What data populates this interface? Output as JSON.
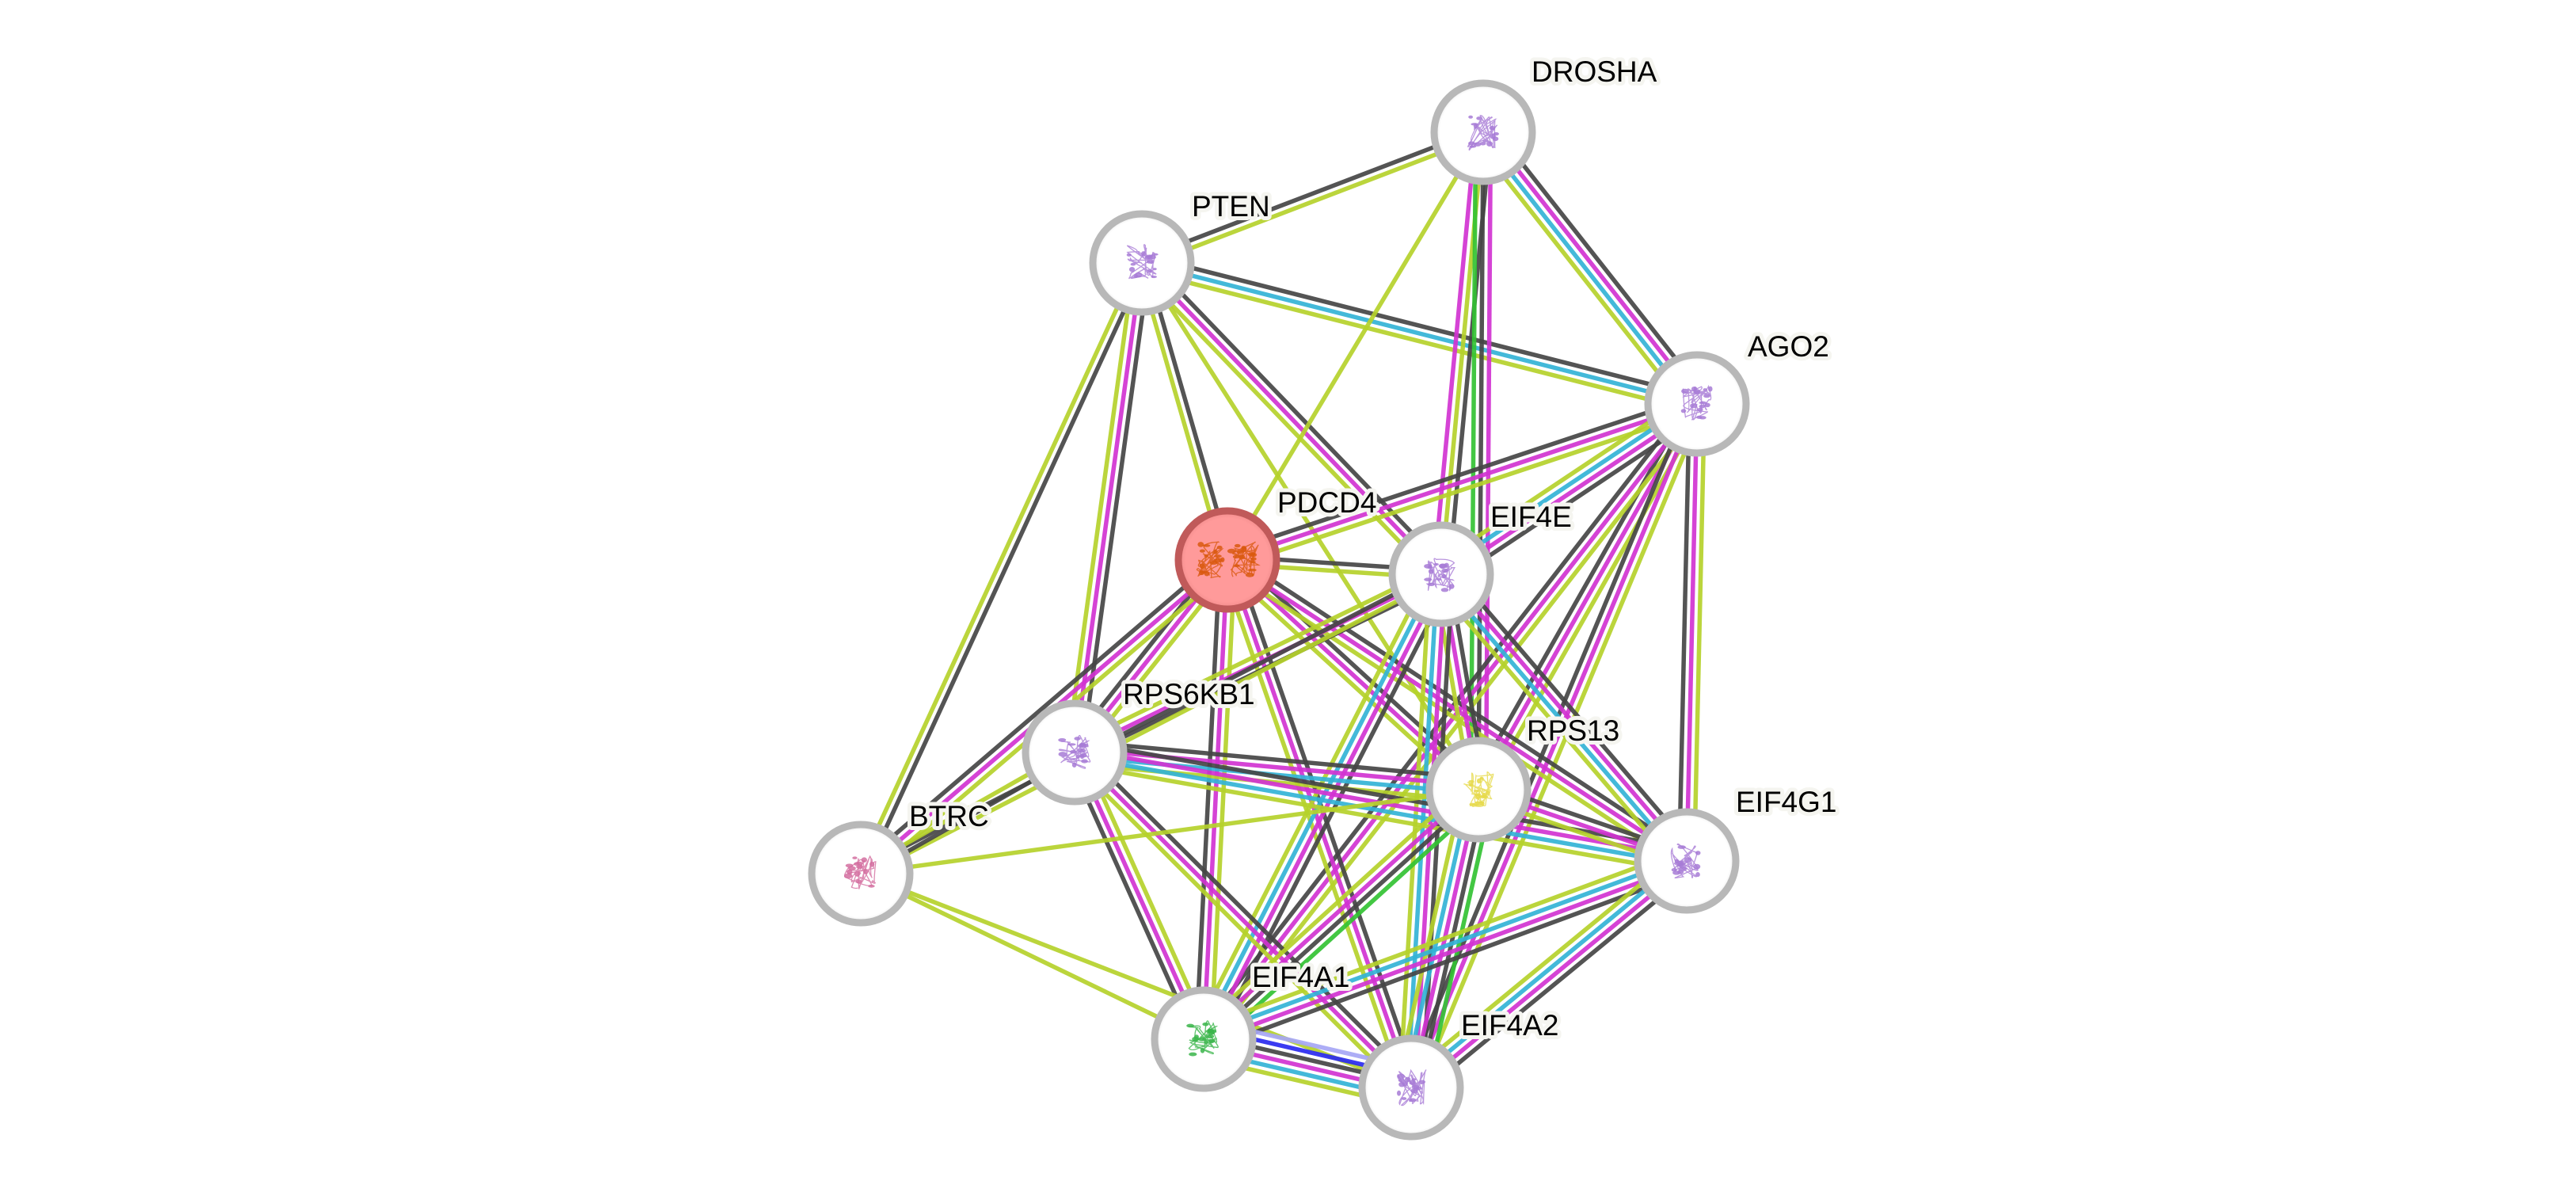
{
  "diagram": {
    "type": "protein-interaction-network",
    "query_protein": "PDCD4",
    "colors": {
      "node_ring": "#b8b8b8",
      "node_fill": "#ffffff",
      "query_ring": "#c05a5a",
      "query_fill": "#ff9a9a",
      "label_halo": "#f5f5f0",
      "label_text": "#000000"
    },
    "evidence_colors": {
      "textmining": "#b5d12b",
      "coexpression": "#454545",
      "experiments": "#d133d1",
      "databases": "#33b3d6",
      "neighborhood": "#33c233",
      "gene_fusion": "#2a2af0",
      "homology": "#a6a6f5"
    },
    "nodes": [
      {
        "id": "DROSHA",
        "label": "DROSHA",
        "query": false,
        "structure_color": "#a77bd6"
      },
      {
        "id": "PTEN",
        "label": "PTEN",
        "query": false,
        "structure_color": "#a77bd6"
      },
      {
        "id": "AGO2",
        "label": "AGO2",
        "query": false,
        "structure_color": "#a77bd6"
      },
      {
        "id": "PDCD4",
        "label": "PDCD4",
        "query": true,
        "structure_color": "#d9590f"
      },
      {
        "id": "EIF4E",
        "label": "EIF4E",
        "query": false,
        "structure_color": "#a77bd6"
      },
      {
        "id": "RPS6KB1",
        "label": "RPS6KB1",
        "query": false,
        "structure_color": "#a77bd6"
      },
      {
        "id": "RPS13",
        "label": "RPS13",
        "query": false,
        "structure_color": "#e6d94a"
      },
      {
        "id": "BTRC",
        "label": "BTRC",
        "query": false,
        "structure_color": "#d46fa0"
      },
      {
        "id": "EIF4G1",
        "label": "EIF4G1",
        "query": false,
        "structure_color": "#a77bd6"
      },
      {
        "id": "EIF4A1",
        "label": "EIF4A1",
        "query": false,
        "structure_color": "#3ab54a"
      },
      {
        "id": "EIF4A2",
        "label": "EIF4A2",
        "query": false,
        "structure_color": "#a77bd6"
      }
    ],
    "edges": [
      {
        "source": "PTEN",
        "target": "DROSHA",
        "evidence": [
          "coexpression",
          "textmining"
        ]
      },
      {
        "source": "PTEN",
        "target": "AGO2",
        "evidence": [
          "coexpression",
          "databases",
          "textmining"
        ]
      },
      {
        "source": "PTEN",
        "target": "PDCD4",
        "evidence": [
          "coexpression",
          "textmining"
        ]
      },
      {
        "source": "PTEN",
        "target": "EIF4E",
        "evidence": [
          "coexpression",
          "experiments",
          "textmining"
        ]
      },
      {
        "source": "PTEN",
        "target": "RPS6KB1",
        "evidence": [
          "coexpression",
          "experiments",
          "textmining"
        ]
      },
      {
        "source": "PTEN",
        "target": "BTRC",
        "evidence": [
          "coexpression",
          "textmining"
        ]
      },
      {
        "source": "PTEN",
        "target": "RPS13",
        "evidence": [
          "textmining"
        ]
      },
      {
        "source": "DROSHA",
        "target": "AGO2",
        "evidence": [
          "coexpression",
          "experiments",
          "databases",
          "textmining"
        ]
      },
      {
        "source": "DROSHA",
        "target": "PDCD4",
        "evidence": [
          "textmining"
        ]
      },
      {
        "source": "DROSHA",
        "target": "EIF4E",
        "evidence": [
          "coexpression",
          "textmining",
          "experiments"
        ]
      },
      {
        "source": "DROSHA",
        "target": "RPS13",
        "evidence": [
          "experiments",
          "coexpression",
          "neighborhood"
        ]
      },
      {
        "source": "AGO2",
        "target": "PDCD4",
        "evidence": [
          "textmining",
          "experiments",
          "coexpression"
        ]
      },
      {
        "source": "AGO2",
        "target": "EIF4E",
        "evidence": [
          "coexpression",
          "experiments",
          "databases",
          "textmining"
        ]
      },
      {
        "source": "AGO2",
        "target": "RPS13",
        "evidence": [
          "textmining",
          "experiments",
          "coexpression"
        ]
      },
      {
        "source": "AGO2",
        "target": "EIF4G1",
        "evidence": [
          "textmining",
          "experiments",
          "coexpression"
        ]
      },
      {
        "source": "AGO2",
        "target": "EIF4A1",
        "evidence": [
          "textmining",
          "experiments",
          "coexpression"
        ]
      },
      {
        "source": "AGO2",
        "target": "EIF4A2",
        "evidence": [
          "textmining",
          "experiments",
          "coexpression"
        ]
      },
      {
        "source": "PDCD4",
        "target": "EIF4E",
        "evidence": [
          "coexpression",
          "textmining"
        ]
      },
      {
        "source": "PDCD4",
        "target": "RPS6KB1",
        "evidence": [
          "textmining",
          "experiments",
          "coexpression"
        ]
      },
      {
        "source": "PDCD4",
        "target": "BTRC",
        "evidence": [
          "textmining",
          "experiments",
          "coexpression"
        ]
      },
      {
        "source": "PDCD4",
        "target": "RPS13",
        "evidence": [
          "coexpression",
          "experiments",
          "textmining"
        ]
      },
      {
        "source": "PDCD4",
        "target": "EIF4G1",
        "evidence": [
          "coexpression",
          "experiments",
          "textmining"
        ]
      },
      {
        "source": "PDCD4",
        "target": "EIF4A1",
        "evidence": [
          "textmining",
          "experiments",
          "coexpression"
        ]
      },
      {
        "source": "PDCD4",
        "target": "EIF4A2",
        "evidence": [
          "coexpression",
          "experiments",
          "textmining"
        ]
      },
      {
        "source": "EIF4E",
        "target": "RPS6KB1",
        "evidence": [
          "coexpression",
          "experiments",
          "textmining"
        ]
      },
      {
        "source": "EIF4E",
        "target": "BTRC",
        "evidence": [
          "textmining",
          "coexpression"
        ]
      },
      {
        "source": "EIF4E",
        "target": "RPS13",
        "evidence": [
          "coexpression",
          "experiments",
          "textmining"
        ]
      },
      {
        "source": "EIF4E",
        "target": "EIF4G1",
        "evidence": [
          "coexpression",
          "experiments",
          "databases",
          "textmining"
        ]
      },
      {
        "source": "EIF4E",
        "target": "EIF4A1",
        "evidence": [
          "coexpression",
          "experiments",
          "databases",
          "textmining"
        ]
      },
      {
        "source": "EIF4E",
        "target": "EIF4A2",
        "evidence": [
          "coexpression",
          "experiments",
          "databases",
          "textmining"
        ]
      },
      {
        "source": "RPS6KB1",
        "target": "BTRC",
        "evidence": [
          "coexpression",
          "textmining"
        ]
      },
      {
        "source": "RPS6KB1",
        "target": "RPS13",
        "evidence": [
          "coexpression",
          "experiments",
          "databases",
          "textmining"
        ]
      },
      {
        "source": "RPS6KB1",
        "target": "EIF4G1",
        "evidence": [
          "coexpression",
          "experiments",
          "databases",
          "textmining"
        ]
      },
      {
        "source": "RPS6KB1",
        "target": "EIF4A1",
        "evidence": [
          "textmining",
          "experiments",
          "coexpression"
        ]
      },
      {
        "source": "RPS6KB1",
        "target": "EIF4A2",
        "evidence": [
          "coexpression",
          "experiments",
          "textmining"
        ]
      },
      {
        "source": "BTRC",
        "target": "RPS13",
        "evidence": [
          "textmining"
        ]
      },
      {
        "source": "BTRC",
        "target": "EIF4A1",
        "evidence": [
          "textmining"
        ]
      },
      {
        "source": "BTRC",
        "target": "EIF4A2",
        "evidence": [
          "textmining"
        ]
      },
      {
        "source": "RPS13",
        "target": "EIF4G1",
        "evidence": [
          "coexpression",
          "experiments",
          "textmining"
        ]
      },
      {
        "source": "RPS13",
        "target": "EIF4A1",
        "evidence": [
          "neighborhood",
          "coexpression",
          "experiments",
          "textmining"
        ]
      },
      {
        "source": "RPS13",
        "target": "EIF4A2",
        "evidence": [
          "neighborhood",
          "coexpression",
          "experiments",
          "databases",
          "textmining"
        ]
      },
      {
        "source": "EIF4G1",
        "target": "EIF4A1",
        "evidence": [
          "coexpression",
          "experiments",
          "databases",
          "textmining"
        ]
      },
      {
        "source": "EIF4G1",
        "target": "EIF4A2",
        "evidence": [
          "coexpression",
          "experiments",
          "databases",
          "textmining"
        ]
      },
      {
        "source": "EIF4A1",
        "target": "EIF4A2",
        "evidence": [
          "homology",
          "gene_fusion",
          "coexpression",
          "experiments",
          "databases",
          "textmining"
        ]
      }
    ]
  }
}
